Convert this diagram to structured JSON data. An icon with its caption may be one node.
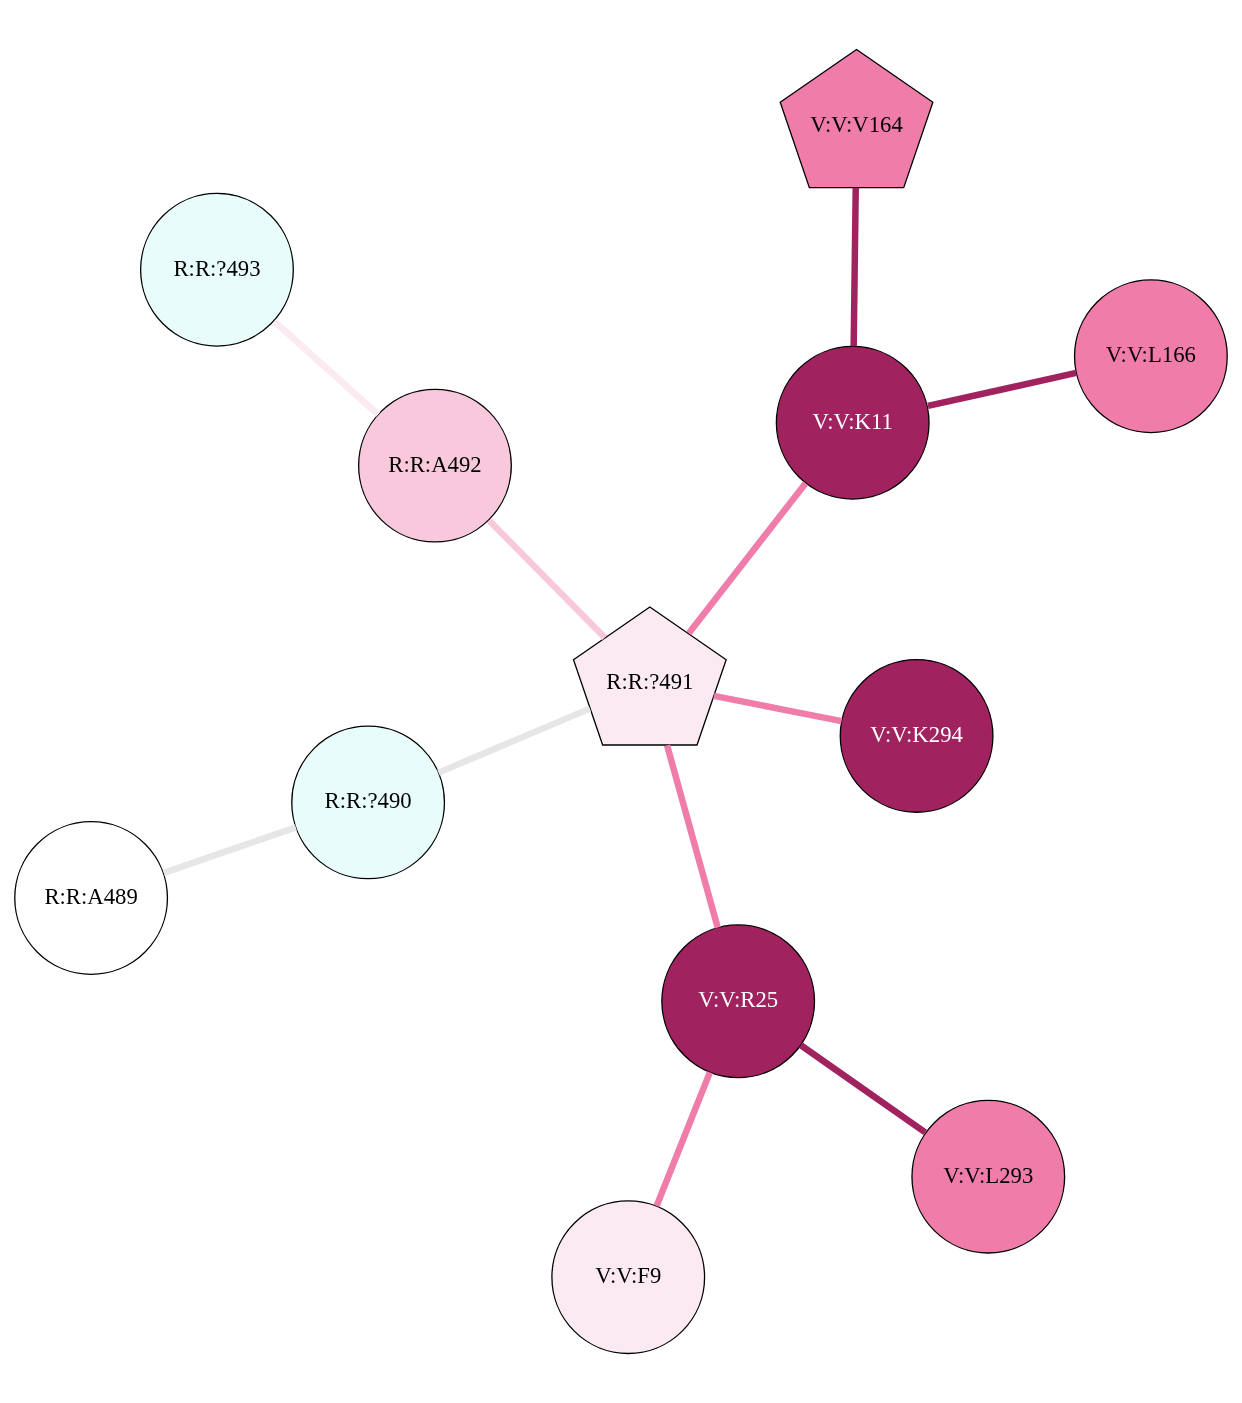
{
  "diagram": {
    "nodes": [
      {
        "text": [
          "R:R:A489"
        ]
      },
      {
        "text": [
          "R:R:?490"
        ]
      },
      {
        "text": [
          "V:V:L293"
        ]
      },
      {
        "text": [
          "R:R:?493"
        ]
      },
      {
        "text": [
          "V:V:K294"
        ]
      },
      {
        "text": [
          "V:V:K11"
        ]
      },
      {
        "text": [
          "R:R:?491"
        ]
      },
      {
        "text": [
          "V:V:L166"
        ]
      },
      {
        "text": [
          "R:R:A492"
        ]
      },
      {
        "text": [
          "V:V:R25"
        ]
      },
      {
        "text": [
          "V:V:F9"
        ]
      },
      {
        "text": [
          "V:V:V164"
        ]
      }
    ],
    "edges": [
      {
        "from": 0,
        "to": 1,
        "arrow": "none",
        "color": "#e6e6e6"
      },
      {
        "from": 1,
        "to": 6,
        "arrow": "none",
        "color": "#e6e6e6"
      },
      {
        "from": 2,
        "to": 9,
        "arrow": "none",
        "color": "#a0225e"
      },
      {
        "from": 3,
        "to": 8,
        "arrow": "none",
        "color": "#fbeaf2"
      },
      {
        "from": 4,
        "to": 6,
        "arrow": "none",
        "color": "#f07caa"
      },
      {
        "from": 5,
        "to": 6,
        "arrow": "none",
        "color": "#f07caa"
      },
      {
        "from": 5,
        "to": 7,
        "arrow": "none",
        "color": "#a0225e"
      },
      {
        "from": 5,
        "to": 11,
        "arrow": "none",
        "color": "#a0225e"
      },
      {
        "from": 6,
        "to": 8,
        "arrow": "none",
        "color": "#f8c8dc"
      },
      {
        "from": 6,
        "to": 9,
        "arrow": "none",
        "color": "#f07caa"
      },
      {
        "from": 9,
        "to": 10,
        "arrow": "none",
        "color": "#f07caa"
      }
    ]
  }
}
